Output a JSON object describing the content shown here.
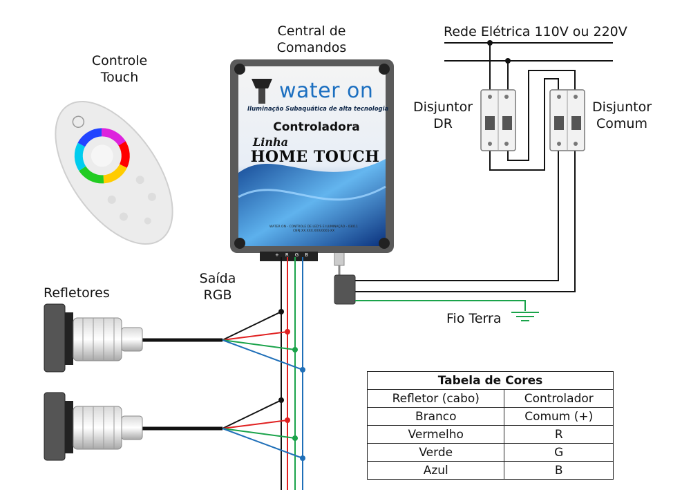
{
  "labels": {
    "controle": "Controle\nTouch",
    "central": "Central de\nComandos",
    "rede": "Rede Elétrica 110V ou 220V",
    "disjuntor_dr": "Disjuntor\nDR",
    "disjuntor_comum": "Disjuntor\nComum",
    "saida": "Saída\nRGB",
    "refletores": "Refletores",
    "fio_terra": "Fio Terra"
  },
  "controller_box": {
    "brand": "water on",
    "tagline": "Iluminação Subaquática de alta tecnologia",
    "title": "Controladora",
    "linha": "Linha",
    "product": "HOME TOUCH",
    "small_print": "WATER ON - CONTROLE DE LED'S E ILUMINAÇÃO - 03011\nCNPJ:XX.XXX.XXX/0001-XX"
  },
  "terminals": [
    "+",
    "R",
    "G",
    "B"
  ],
  "table": {
    "title": "Tabela de Cores",
    "headers": [
      "Refletor (cabo)",
      "Controlador"
    ],
    "rows": [
      [
        "Branco",
        "Comum (+)"
      ],
      [
        "Vermelho",
        "R"
      ],
      [
        "Verde",
        "G"
      ],
      [
        "Azul",
        "B"
      ]
    ]
  },
  "wire_colors": {
    "common": "#111111",
    "red": "#e02020",
    "green": "#1aa34a",
    "blue": "#1f6fb8",
    "earth": "#1aa34a",
    "mains": "#111111"
  },
  "icons": [
    "remote-control-icon",
    "color-wheel-icon",
    "spotlight-icon",
    "breaker-icon",
    "earth-ground-icon",
    "connector-icon"
  ]
}
